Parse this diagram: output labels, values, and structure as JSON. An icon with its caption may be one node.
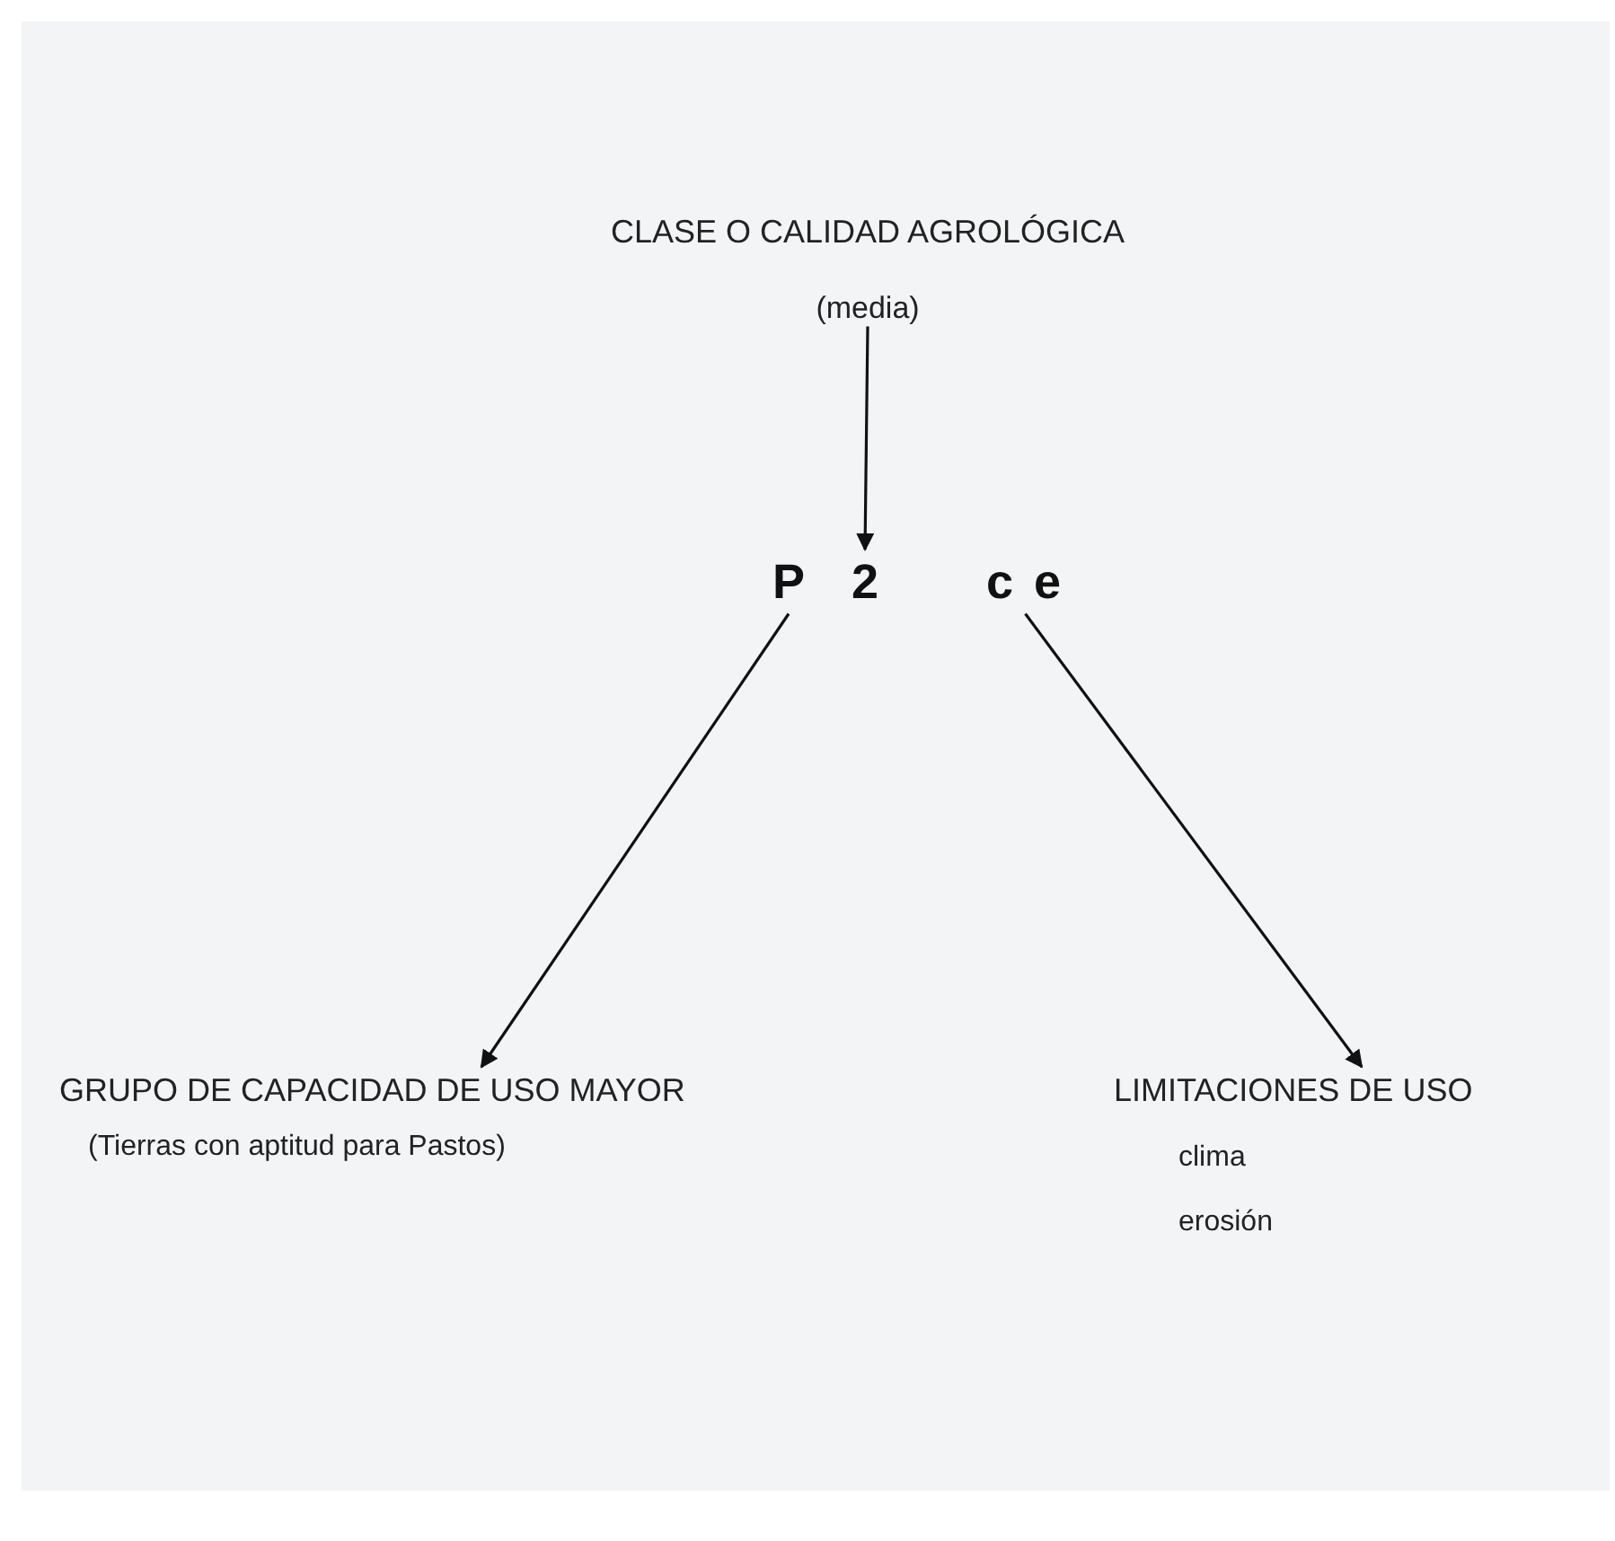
{
  "diagram": {
    "nodes": [
      {
        "text": [
          "CLASE O CALIDAD AGROLÓGICA",
          "(media)"
        ]
      },
      {
        "text": [
          "P"
        ]
      },
      {
        "text": [
          "2"
        ]
      },
      {
        "text": [
          "c e"
        ]
      },
      {
        "text": [
          "GRUPO DE CAPACIDAD DE USO MAYOR",
          "(Tierras con aptitud para Pastos)"
        ]
      },
      {
        "text": [
          "LIMITACIONES DE USO",
          "clima",
          "erosión"
        ]
      }
    ],
    "edges": [
      {
        "from": 0,
        "to": 2,
        "arrow": "to"
      },
      {
        "from": 1,
        "to": 4,
        "arrow": "to"
      },
      {
        "from": 3,
        "to": 5,
        "arrow": "to"
      }
    ]
  }
}
